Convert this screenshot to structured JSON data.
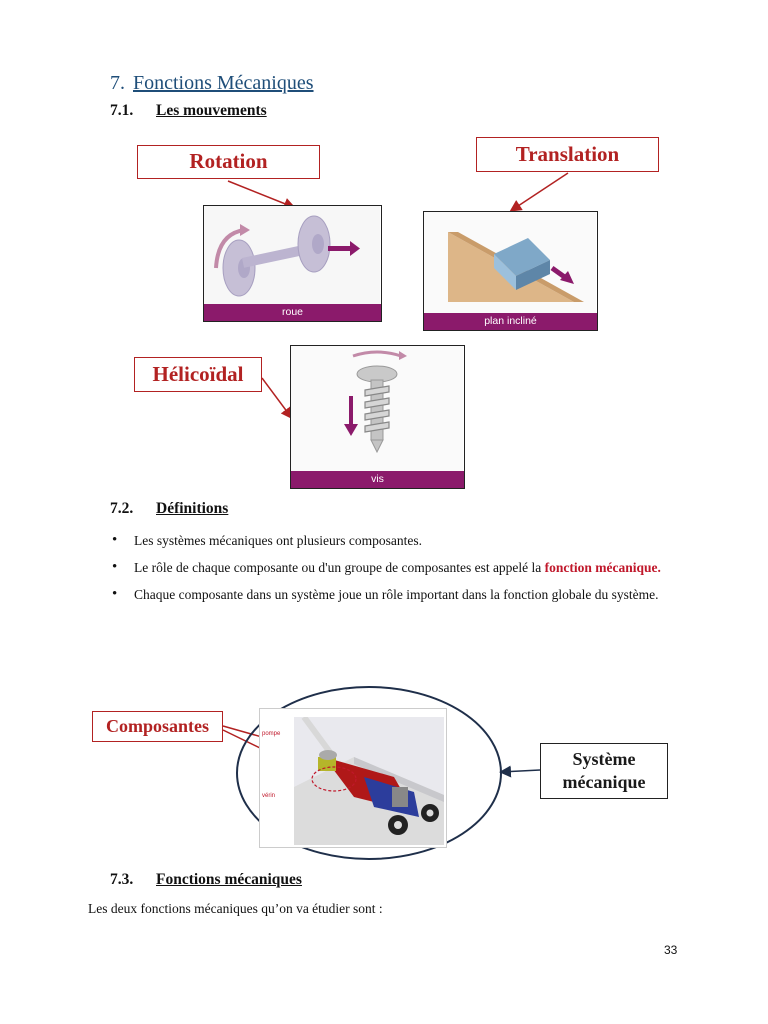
{
  "heading": {
    "number": "7.",
    "title": "Fonctions Mécaniques"
  },
  "s71": {
    "number": "7.1.",
    "title": "Les mouvements"
  },
  "movements": {
    "rotation": {
      "label": "Rotation",
      "caption": "roue"
    },
    "translation": {
      "label": "Translation",
      "caption": "plan incliné"
    },
    "helicoidal": {
      "label": "Hélicoïdal",
      "caption": "vis"
    }
  },
  "s72": {
    "number": "7.2.",
    "title": "Définitions"
  },
  "definitions": {
    "b1": "Les systèmes mécaniques ont plusieurs composantes.",
    "b2_pre": "Le rôle de chaque composante ou d'un groupe de composantes est appelé la ",
    "b2_bold": "fonction mécanique",
    "b2_post": ".",
    "b3": "Chaque composante dans un système joue un rôle important dans la fonction globale du système."
  },
  "diagram": {
    "composantes": "Composantes",
    "systeme_line1": "Système",
    "systeme_line2": "mécanique",
    "part_label_1": "pompe",
    "part_label_2": "vérin"
  },
  "s73": {
    "number": "7.3.",
    "title": "Fonctions mécaniques"
  },
  "intro_text": "Les deux fonctions mécaniques qu’on va étudier sont :",
  "page_number": "33",
  "colors": {
    "heading": "#1f4e79",
    "accent_red": "#b22222",
    "caption_purple": "#8b1a6b"
  }
}
